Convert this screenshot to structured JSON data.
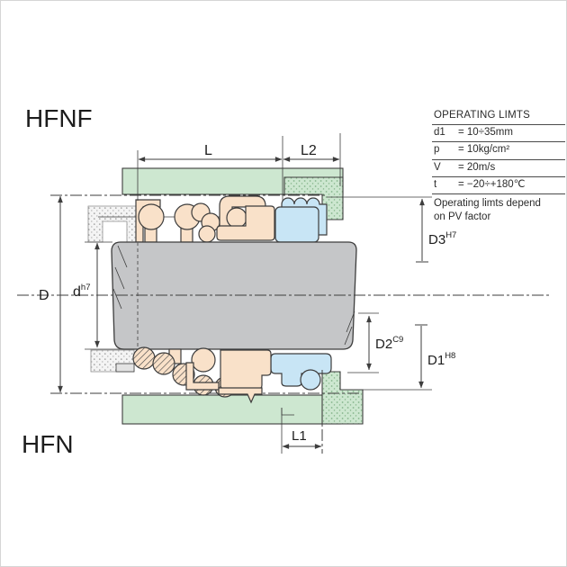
{
  "drawing": {
    "model_top": "HFNF",
    "model_bottom": "HFN"
  },
  "operating_table": {
    "title": "OPERATING LIMTS",
    "rows": [
      {
        "param": "d1",
        "value": "= 10÷35mm"
      },
      {
        "param": "p",
        "value": "= 10kg/cm²"
      },
      {
        "param": "V",
        "value": "= 20m/s"
      },
      {
        "param": "t",
        "value": "= −20÷+180℃"
      }
    ],
    "note_line1": "Operating limts depend",
    "note_line2": "on PV factor"
  },
  "dimensions": {
    "L": {
      "label": "L"
    },
    "L1": {
      "label": "L1"
    },
    "L2": {
      "label": "L2"
    },
    "D": {
      "label": "D"
    },
    "d": {
      "label": "d",
      "tolerance": "h7"
    },
    "D1": {
      "label": "D1",
      "tolerance": "H8"
    },
    "D2": {
      "label": "D2",
      "tolerance": "C9"
    },
    "D3": {
      "label": "D3",
      "tolerance": "H7"
    }
  },
  "colors": {
    "line": "#3d3d3d",
    "green": "#cde7d0",
    "green-dot": "#85b48b",
    "blue": "#c8e5f5",
    "beige": "#f9e1c9",
    "shaft": "#c5c6c8",
    "text": "#1d1d1d"
  }
}
